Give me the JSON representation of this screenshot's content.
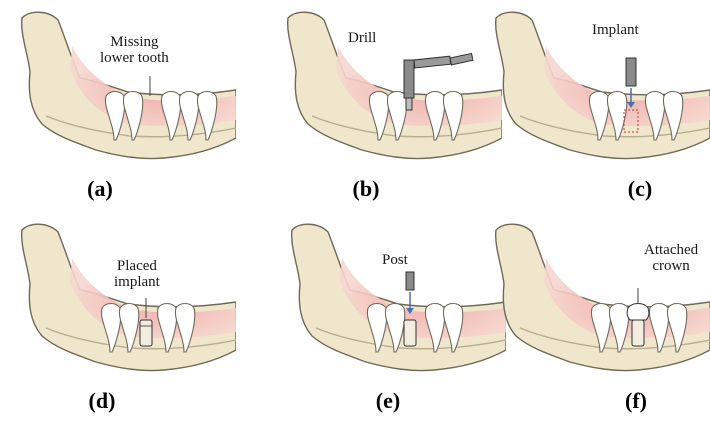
{
  "panels": [
    {
      "caption": "(a)",
      "annotation": "Missing\nlower tooth"
    },
    {
      "caption": "(b)",
      "annotation": "Drill"
    },
    {
      "caption": "(c)",
      "annotation": "Implant"
    },
    {
      "caption": "(d)",
      "annotation": "Placed\nimplant"
    },
    {
      "caption": "(e)",
      "annotation": "Post"
    },
    {
      "caption": "(f)",
      "annotation": "Attached\ncrown"
    }
  ],
  "colors": {
    "bone": "#efe6cc",
    "bone_outline": "#6f6a58",
    "gum": "#f2bcbc",
    "tooth": "#ffffff",
    "metal": "#8a8a8a",
    "arrow": "#4a6fb0"
  }
}
